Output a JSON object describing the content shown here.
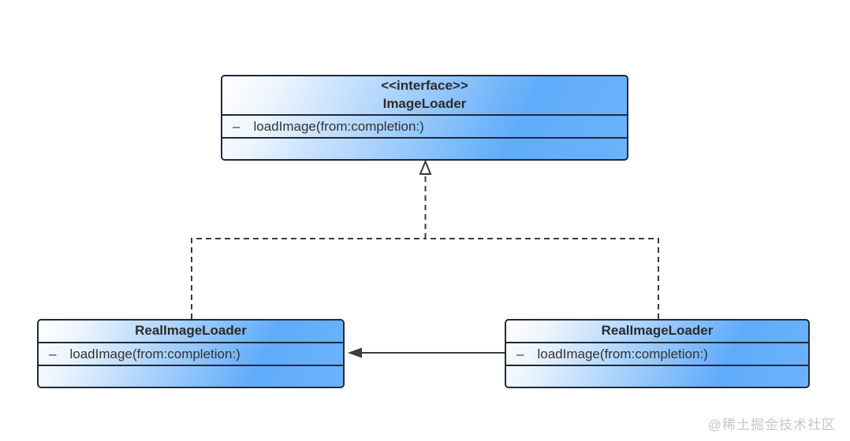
{
  "diagram_type": "uml-class-diagram",
  "interface_class": {
    "stereotype": "<<interface>>",
    "name": "ImageLoader",
    "method_visibility": "–",
    "method_signature": "loadImage(from:completion:)"
  },
  "left_class": {
    "name": "RealImageLoader",
    "method_visibility": "–",
    "method_signature": "loadImage(from:completion:)"
  },
  "right_class": {
    "name": "RealImageLoader",
    "method_visibility": "–",
    "method_signature": "loadImage(from:completion:)"
  },
  "relationships": [
    {
      "type": "realization",
      "from": "RealImageLoader (left)",
      "to": "ImageLoader",
      "line": "dashed",
      "arrowhead": "hollow-triangle-up"
    },
    {
      "type": "realization",
      "from": "RealImageLoader (right)",
      "to": "ImageLoader",
      "line": "dashed",
      "arrowhead": "hollow-triangle-up"
    },
    {
      "type": "association",
      "from": "RealImageLoader (right)",
      "to": "RealImageLoader (left)",
      "line": "solid",
      "arrowhead": "filled-triangle-left"
    }
  ],
  "colors": {
    "box_fill_start": "#ffffff",
    "box_fill_end": "#63aefa",
    "box_border": "#1d2a3d",
    "connector": "#3b3b3b",
    "text": "#2b2b2b",
    "watermark": "#c7c7c7",
    "background": "#ffffff"
  },
  "watermark": "@稀土掘金技术社区"
}
